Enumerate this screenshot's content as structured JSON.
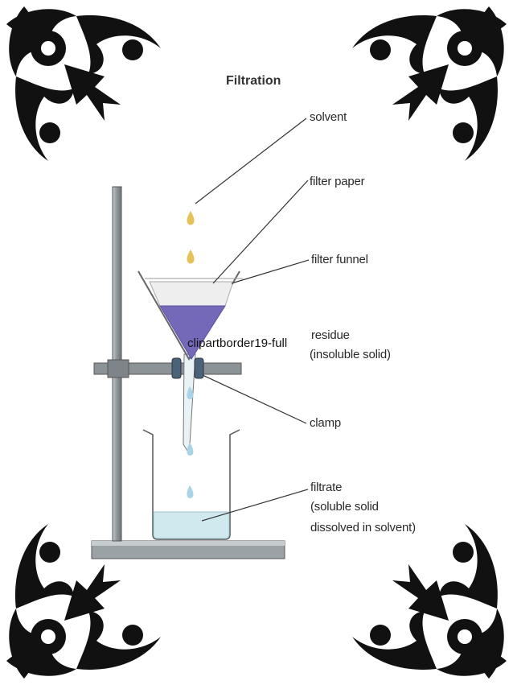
{
  "title": "Filtration",
  "overlay_text": "clipartborder19-full",
  "labels": {
    "solvent": "solvent",
    "filter_paper": "filter paper",
    "filter_funnel": "filter funnel",
    "residue_line1": "residue",
    "residue_line2": "(insoluble solid)",
    "clamp": "clamp",
    "filtrate_line1": "filtrate",
    "filtrate_line2": "(soluble solid",
    "filtrate_line3": "dissolved in solvent)"
  },
  "colors": {
    "ornament": "#111111",
    "residue": "#7469b8",
    "filtrate": "#cfe9ef",
    "drop_solvent": "#e6c25a",
    "drop_filtrate": "#a9d3e6",
    "stand": "#8d959a"
  }
}
